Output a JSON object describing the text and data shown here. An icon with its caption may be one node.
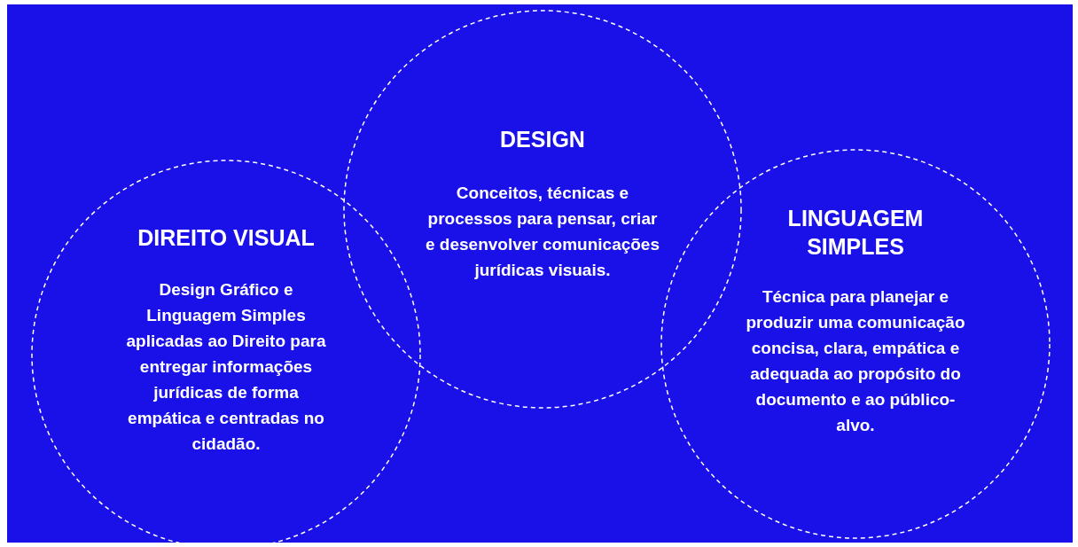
{
  "diagram": {
    "nodes": [
      {
        "text": [
          "DESIGN",
          "Conceitos, técnicas e processos para pensar, criar e desenvolver comunicações jurídicas visuais."
        ]
      },
      {
        "text": [
          "DIREITO VISUAL",
          "Design Gráfico e Linguagem Simples aplicadas ao Direito para entregar informações jurídicas de forma empática e centradas no cidadão."
        ]
      },
      {
        "text": [
          "LINGUAGEM SIMPLES",
          "Técnica para planejar e produzir uma comunicação concisa, clara, empática e adequada ao propósito do documento e ao público-alvo."
        ]
      }
    ]
  }
}
